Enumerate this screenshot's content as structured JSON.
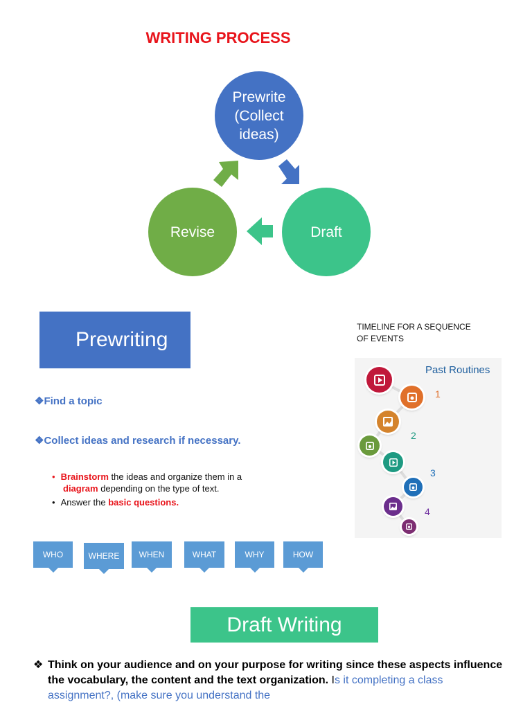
{
  "title": "WRITING PROCESS",
  "cycle": {
    "prewrite": "Prewrite (Collect ideas)",
    "draft": "Draft",
    "revise": "Revise",
    "colors": {
      "prewrite": "#4472c4",
      "draft": "#3cc48a",
      "revise": "#70ad47"
    }
  },
  "prewriting": {
    "banner": "Prewriting",
    "bullet1": "Find a topic",
    "bullet2": "Collect ideas and research if necessary.",
    "sub1_red1": "Brainstorm",
    "sub1_text1": " the ideas and organize them in a ",
    "sub1_red2": "diagram",
    "sub1_text2": "  depending on the type of text.",
    "sub2_text": "Answer the ",
    "sub2_red": "basic questions."
  },
  "timeline": {
    "title_line1": "TIMELINE FOR A SEQUENCE",
    "title_line2": "OF EVENTS",
    "heading": "Past Routines",
    "numbers": [
      "1",
      "2",
      "3",
      "4"
    ],
    "icons": [
      "play-icon",
      "image-icon",
      "picture-icon",
      "image-icon",
      "play-icon",
      "image-icon",
      "picture-icon",
      "image-icon"
    ]
  },
  "questions": [
    "WHO",
    "WHERE",
    "WHEN",
    "WHAT",
    "WHY",
    "HOW"
  ],
  "draft": {
    "banner": "Draft Writing",
    "para_bold": "Think on your audience and on your purpose for writing  since these aspects influence the vocabulary, the content and the text organization.",
    "para_black": "  I",
    "para_blue": "s it completing a class assignment?, (make sure you understand the"
  }
}
